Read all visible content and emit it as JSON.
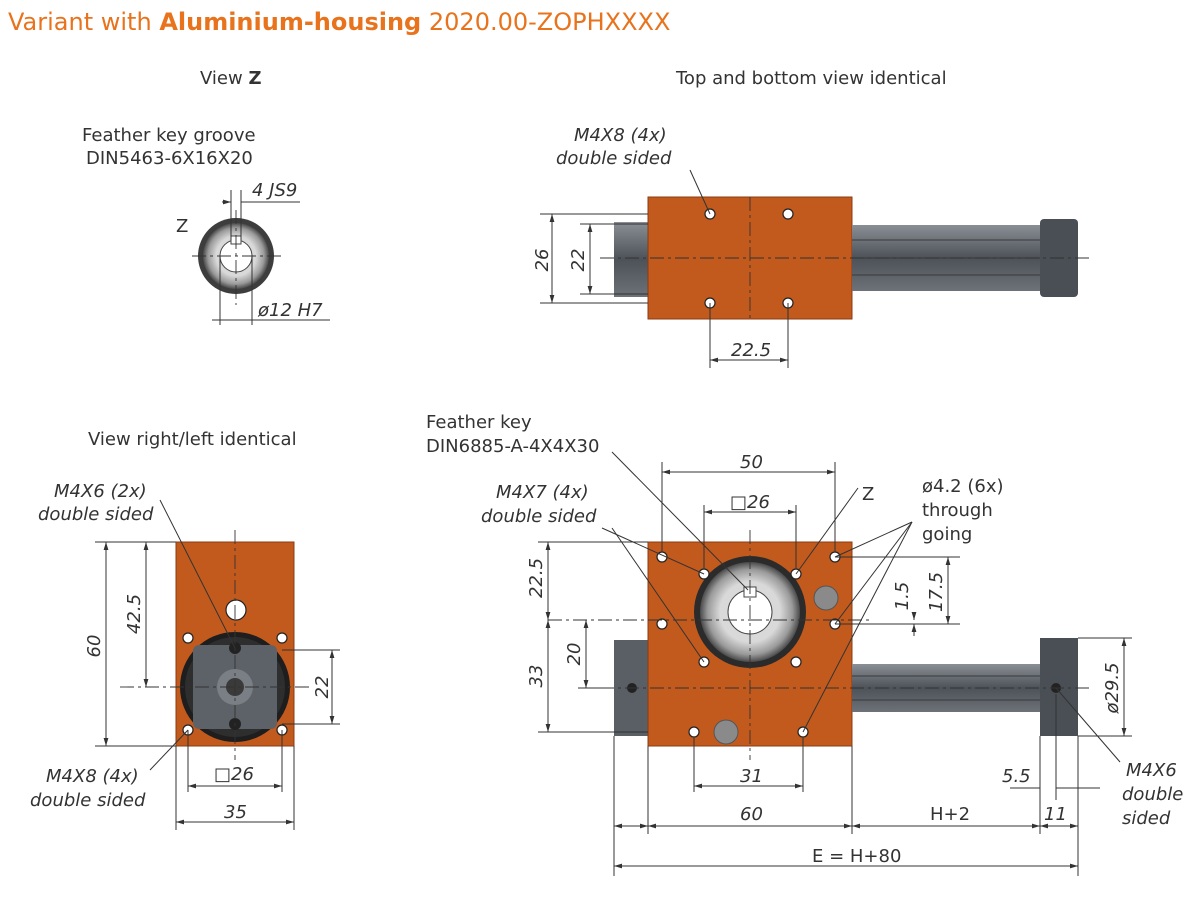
{
  "title": {
    "prefix": "Variant with ",
    "bold": "Aluminium-housing",
    "suffix": " 2020.00-ZOPHXXXX"
  },
  "views": {
    "view_z_prefix": "View ",
    "view_z_letter": "Z",
    "top_bottom": "Top and bottom view identical",
    "right_left": "View right/left identical"
  },
  "labels": {
    "feather_key_groove_1": "Feather key groove",
    "feather_key_groove_2": "DIN5463-6X16X20",
    "z_small": "Z",
    "z_big": "Z",
    "feather_key_1": "Feather key",
    "feather_key_2": "DIN6885-A-4X4X30",
    "m4x8_top_1": "M4X8 (4x)",
    "m4x8_top_2": "double sided",
    "m4x6_2x_1": "M4X6 (2x)",
    "m4x6_2x_2": "double sided",
    "m4x8_side_1": "M4X8 (4x)",
    "m4x8_side_2": "double sided",
    "m4x7_1": "M4X7 (4x)",
    "m4x7_2": "double sided",
    "through_1": "ø4.2 (6x)",
    "through_2": "through",
    "through_3": "going",
    "m4x6_r_1": "M4X6",
    "m4x6_r_2": "double",
    "m4x6_r_3": "sided"
  },
  "dims": {
    "js9": "4 JS9",
    "h7": "ø12 H7",
    "top_26": "26",
    "top_22": "22",
    "top_225": "22.5",
    "side_60": "60",
    "side_425": "42.5",
    "side_22": "22",
    "side_sq26": "□26",
    "side_35": "35",
    "f_50": "50",
    "f_sq26": "□26",
    "f_225": "22.5",
    "f_33": "33",
    "f_20": "20",
    "f_15": "1.5",
    "f_175": "17.5",
    "f_31": "31",
    "f_60": "60",
    "f_h2": "H+2",
    "f_55": "5.5",
    "f_11": "11",
    "f_e": "E = H+80",
    "f_d295": "ø29.5"
  },
  "colors": {
    "accent": "#e8731c",
    "housing": "#c25a1e",
    "shaft": "#5a5f66",
    "text": "#333333"
  }
}
